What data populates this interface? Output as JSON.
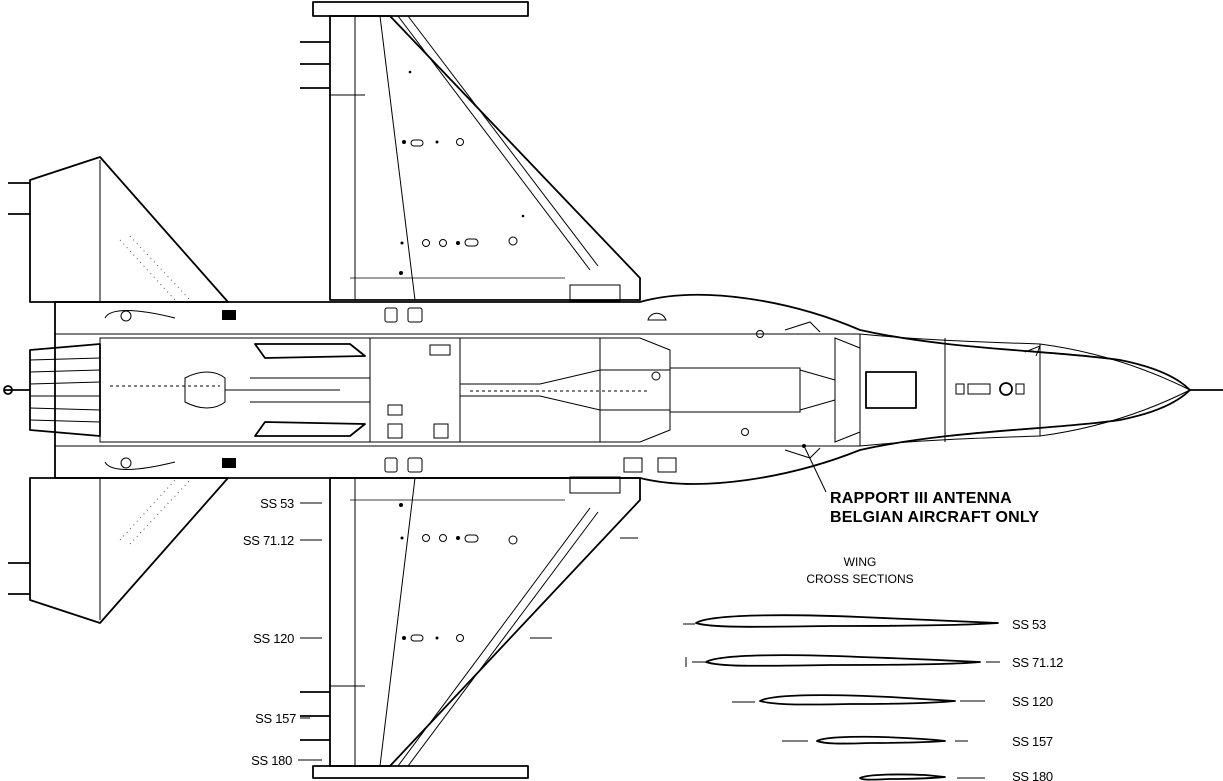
{
  "callout": {
    "line1": "RAPPORT III ANTENNA",
    "line2": "BELGIAN AIRCRAFT ONLY"
  },
  "sections_title": {
    "line1": "WING",
    "line2": "CROSS SECTIONS"
  },
  "wing_stations_left": [
    "SS 53",
    "SS 71.12",
    "SS 120",
    "SS 157",
    "SS 180"
  ],
  "cross_sections": [
    "SS 53",
    "SS 71.12",
    "SS 120",
    "SS 157",
    "SS 180"
  ]
}
